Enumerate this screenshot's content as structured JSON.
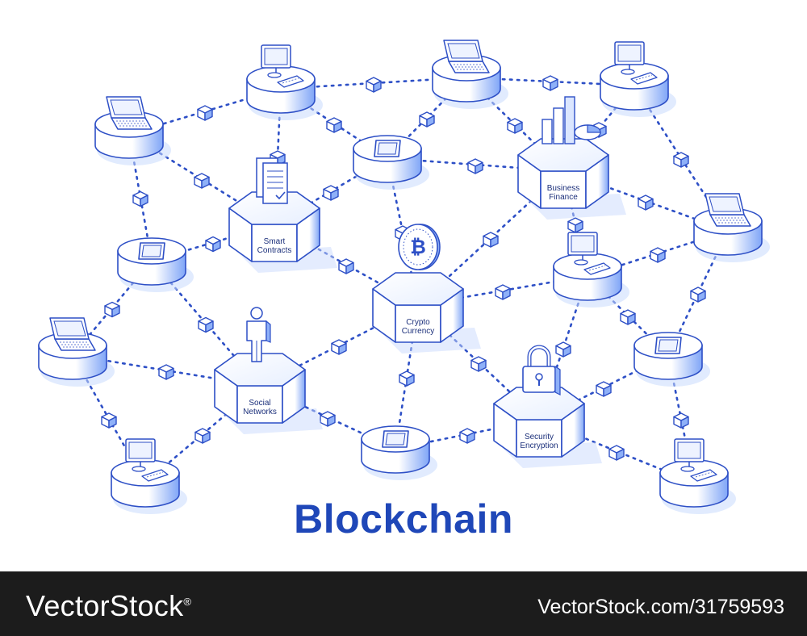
{
  "title": "Blockchain",
  "footer": {
    "brand": "VectorStock",
    "brand_mark": "®",
    "url": "VectorStock.com/31759593"
  },
  "hubs": {
    "smart_contracts": [
      "Smart",
      "Contracts"
    ],
    "business_finance": [
      "Business",
      "Finance"
    ],
    "crypto_currency": [
      "Crypto",
      "Currency"
    ],
    "social_networks": [
      "Social",
      "Networks"
    ],
    "security_encryption": [
      "Security",
      "Encryption"
    ]
  },
  "colors": {
    "line": "#2d4fc6",
    "accent": "#1f47b8",
    "shadow": "#5d8cf2",
    "footer_bg": "#1c1c1c"
  }
}
